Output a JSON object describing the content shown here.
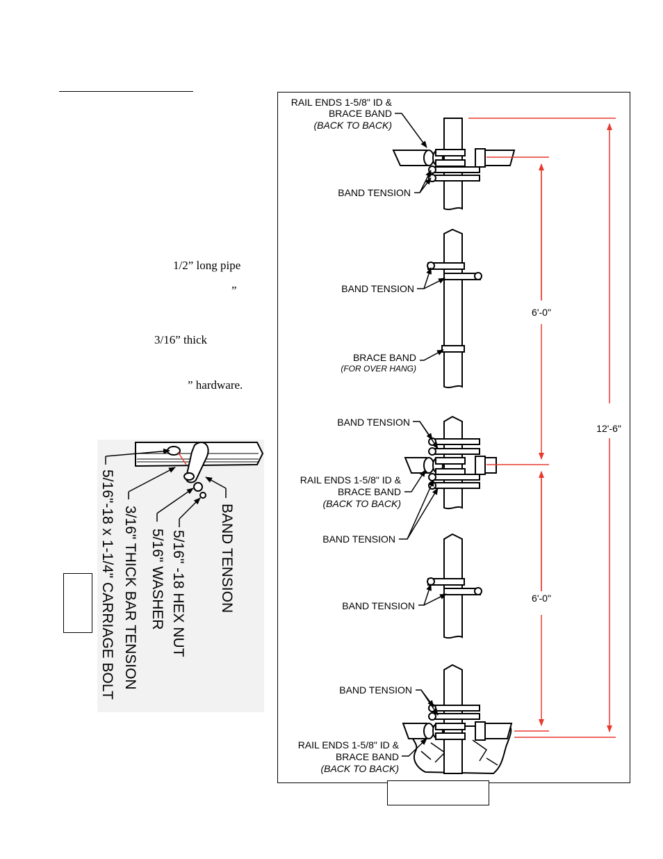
{
  "left_text": {
    "pipe_fragment": "1/2” long pipe",
    "quote_fragment": "”",
    "thick_fragment": "3/16” thick",
    "hardware_fragment": "” hardware."
  },
  "detail_callouts": {
    "band_tension": "BAND TENSION",
    "hex_nut": "5/16\" -18 HEX NUT",
    "washer": "5/16\" WASHER",
    "bar_tension": "3/16\" THICK BAR TENSION",
    "carriage_bolt": "5/16\"-18 x 1-1/4\" CARRIAGE BOLT"
  },
  "diagram_labels": {
    "top_rail_ends_1": "RAIL ENDS 1-5/8\" ID &",
    "top_rail_ends_2": "BRACE BAND",
    "top_rail_ends_3": "(BACK TO BACK)",
    "band_tension_1": "BAND TENSION",
    "band_tension_2": "BAND TENSION",
    "brace_band": "BRACE BAND",
    "brace_band_note": "(FOR OVER HANG)",
    "band_tension_3": "BAND TENSION",
    "mid_rail_ends_1": "RAIL ENDS 1-5/8\" ID &",
    "mid_rail_ends_2": "BRACE BAND",
    "mid_rail_ends_3": "(BACK TO BACK)",
    "band_tension_4": "BAND TENSION",
    "band_tension_5": "BAND TENSION",
    "band_tension_6": "BAND TENSION",
    "bot_rail_ends_1": "RAIL ENDS 1-5/8\" ID &",
    "bot_rail_ends_2": "BRACE BAND",
    "bot_rail_ends_3": "(BACK TO BACK)"
  },
  "dimensions": {
    "upper_span": "6'-0\"",
    "lower_span": "6'-0\"",
    "total_span": "12'-6\""
  },
  "colors": {
    "dimension_line": "#e8392e",
    "ink": "#000000"
  }
}
